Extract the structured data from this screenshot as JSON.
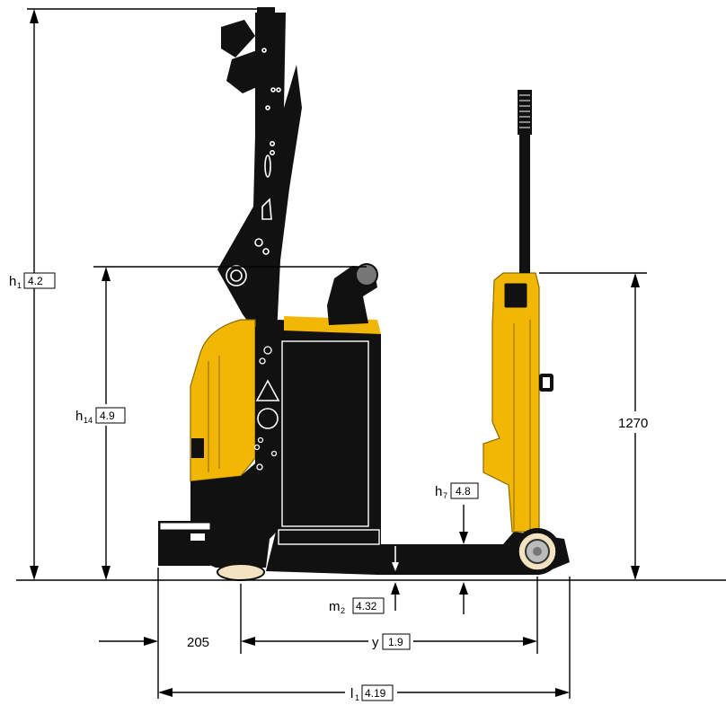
{
  "colors": {
    "body_yellow": "#F2B705",
    "yellow_dark": "#C98F00",
    "black": "#111111",
    "line": "#000000",
    "background": "#FFFFFF",
    "wheel_tan": "#F3E3C0"
  },
  "dimensions": {
    "h1": {
      "symbol": "h",
      "sub": "1",
      "ref": "4.2"
    },
    "h14": {
      "symbol": "h",
      "sub": "14",
      "ref": "4.9"
    },
    "h7": {
      "symbol": "h",
      "sub": "7",
      "ref": "4.8"
    },
    "m2": {
      "symbol": "m",
      "sub": "2",
      "ref": "4.32"
    },
    "y": {
      "symbol": "y",
      "ref": "1.9"
    },
    "l1": {
      "symbol": "l",
      "sub": "1",
      "ref": "4.19"
    },
    "mast_height": "1270",
    "rear_offset": "205"
  }
}
